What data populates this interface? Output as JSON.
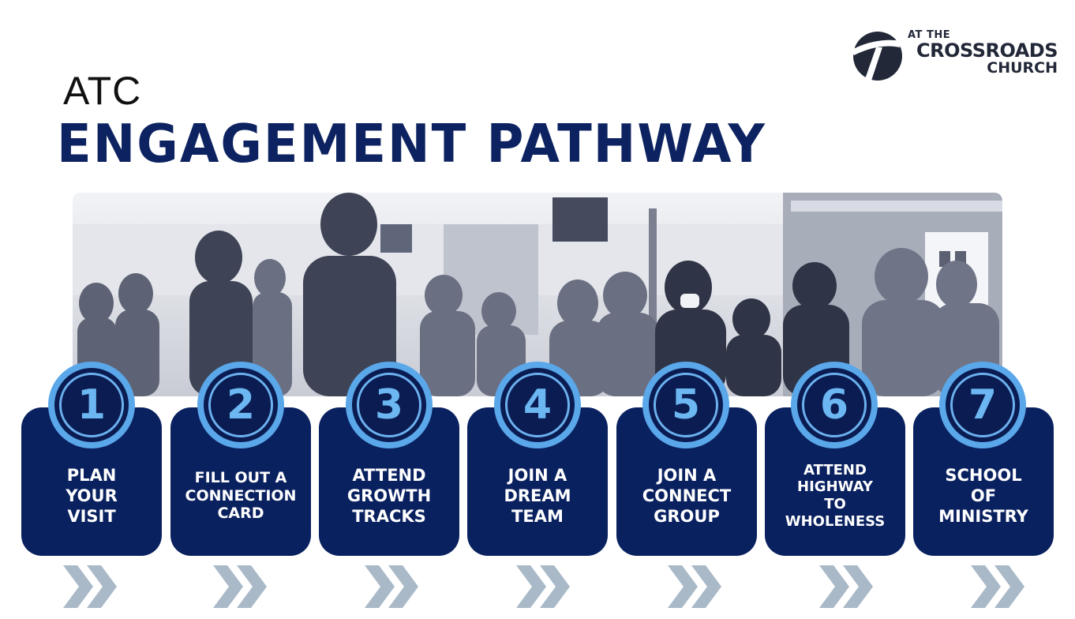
{
  "header": {
    "pre_title": "ATC",
    "title": "ENGAGEMENT PATHWAY"
  },
  "logo": {
    "line1": "AT THE",
    "line2": "CROSSROADS",
    "line3": "CHURCH"
  },
  "colors": {
    "navy": "#0a2160",
    "badge_blue": "#5aa7ea",
    "chevron": "#a9b9c8"
  },
  "steps": [
    {
      "number": "1",
      "label": "PLAN\nYOUR\nVISIT"
    },
    {
      "number": "2",
      "label": "FILL OUT A\nCONNECTION\nCARD"
    },
    {
      "number": "3",
      "label": "ATTEND\nGROWTH\nTRACKS"
    },
    {
      "number": "4",
      "label": "JOIN A\nDREAM\nTEAM"
    },
    {
      "number": "5",
      "label": "JOIN A\nCONNECT\nGROUP"
    },
    {
      "number": "6",
      "label": "ATTEND\nHIGHWAY\nTO\nWHOLENESS"
    },
    {
      "number": "7",
      "label": "SCHOOL\nOF\nMINISTRY"
    }
  ]
}
